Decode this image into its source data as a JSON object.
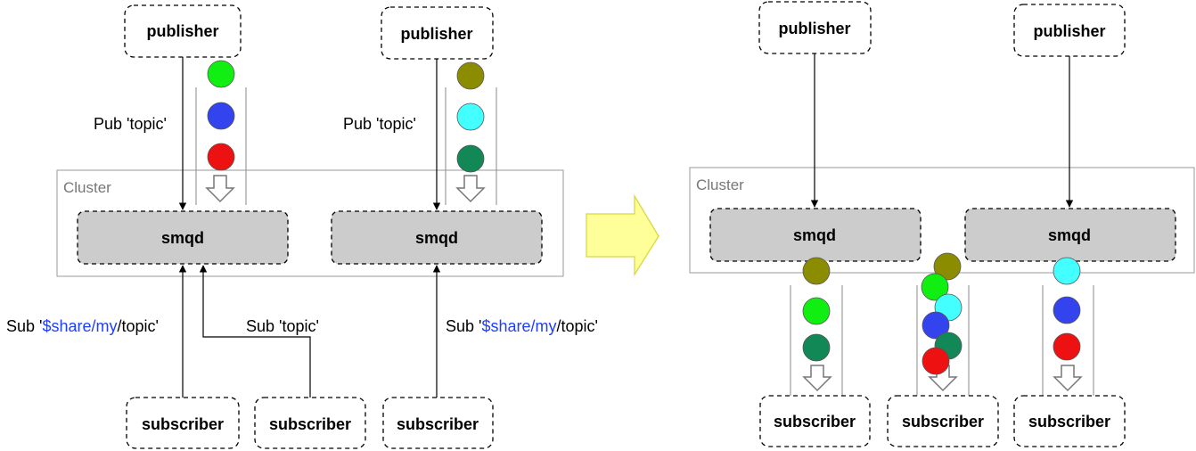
{
  "left_diagram": {
    "cluster_label": "Cluster",
    "publishers": [
      {
        "label": "publisher",
        "pub_label": "Pub 'topic'",
        "messages": [
          "#11ee11",
          "#3344ee",
          "#ee1111"
        ]
      },
      {
        "label": "publisher",
        "pub_label": "Pub 'topic'",
        "messages": [
          "#8c8c00",
          "#44ffff",
          "#118855"
        ]
      }
    ],
    "nodes": [
      "smqd",
      "smqd"
    ],
    "subscribers": [
      "subscriber",
      "subscriber",
      "subscriber"
    ],
    "sub_labels": [
      {
        "prefix": "Sub '",
        "share": "$share/my",
        "suffix": "/topic'"
      },
      {
        "text": "Sub 'topic'"
      },
      {
        "prefix": "Sub '",
        "share": "$share/my",
        "suffix": "/topic'"
      }
    ]
  },
  "transition_arrow_color": "#ffff99",
  "right_diagram": {
    "cluster_label": "Cluster",
    "publishers": [
      "publisher",
      "publisher"
    ],
    "nodes": [
      "smqd",
      "smqd"
    ],
    "subscribers": [
      "subscriber",
      "subscriber",
      "subscriber"
    ],
    "delivered": [
      [
        "#8c8c00",
        "#11ee11",
        "#118855"
      ],
      [
        "#8c8c00",
        "#11ee11",
        "#44ffff",
        "#3344ee",
        "#118855",
        "#ee1111"
      ],
      [
        "#44ffff",
        "#3344ee",
        "#ee1111"
      ]
    ]
  },
  "colors": {
    "node_fill": "#cccccc",
    "share_text": "#1f3fff"
  }
}
